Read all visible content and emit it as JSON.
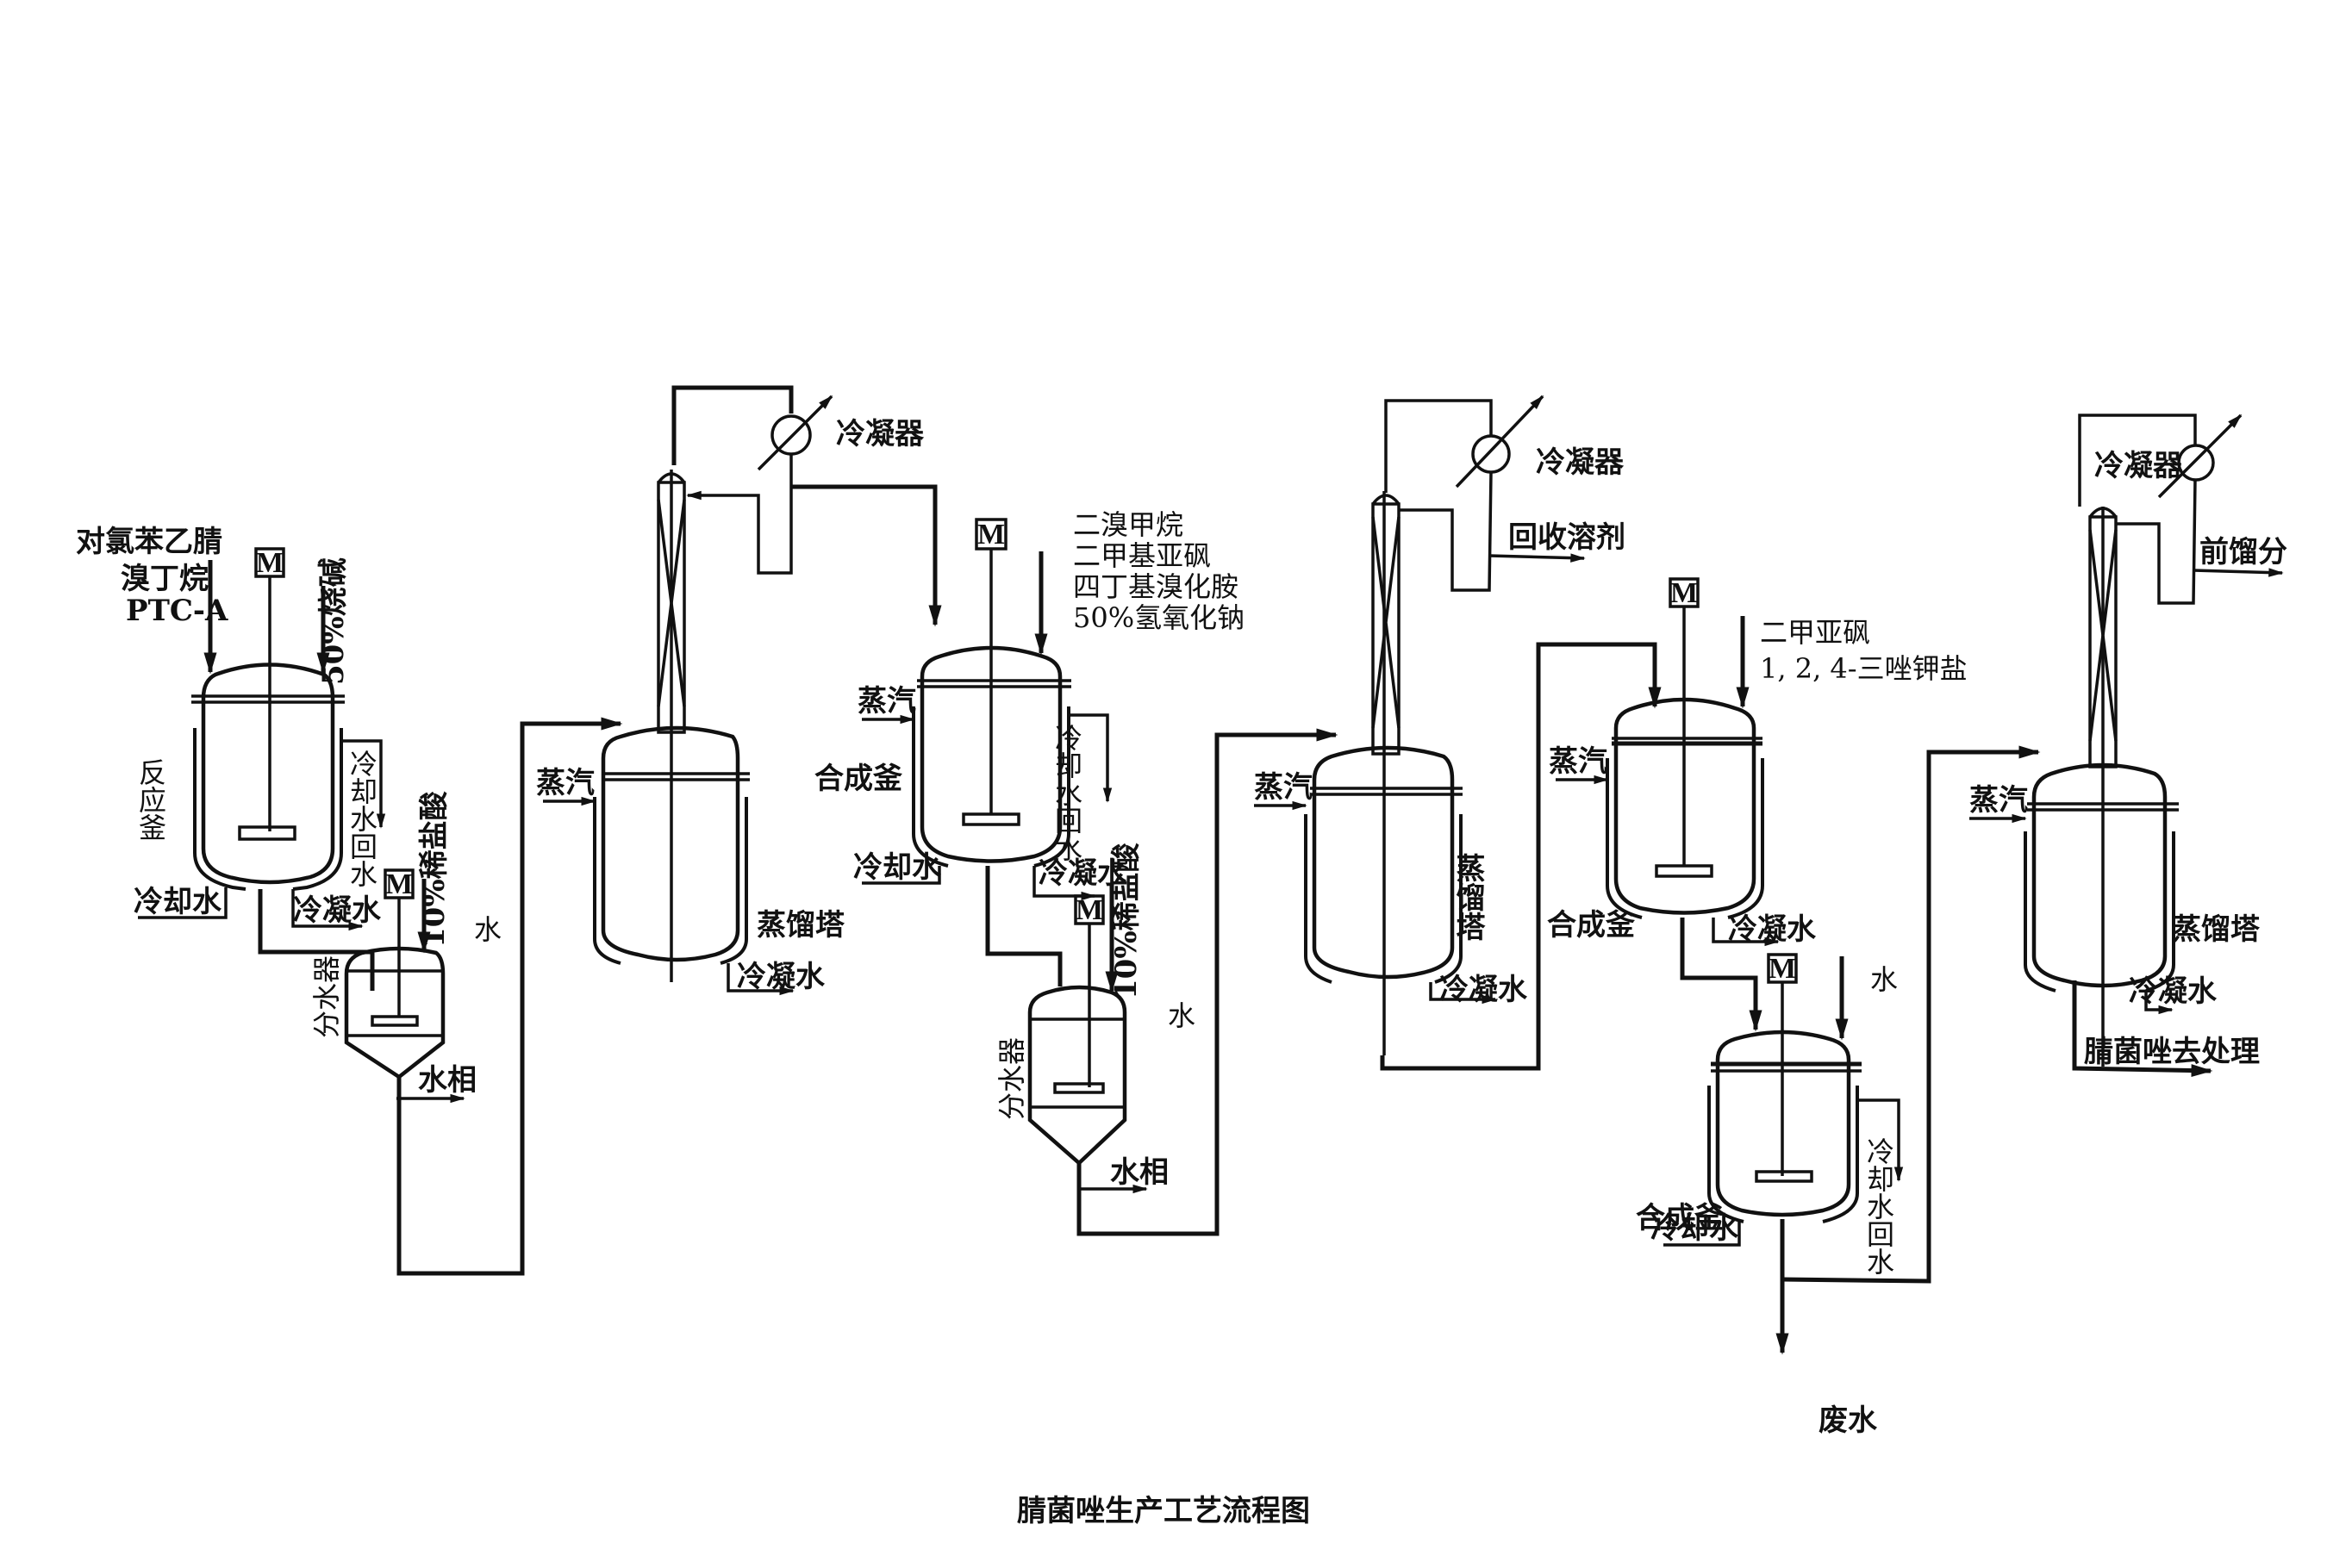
{
  "diagram": {
    "caption": "腈菌唑生产工艺流程图",
    "motor_symbol": "M",
    "reactor": {
      "name": "反应釜",
      "feeds": [
        "对氯苯乙腈",
        "溴丁烷",
        "PTC-A"
      ],
      "feed_right": "50%烧碱",
      "cooling_in": "冷却水",
      "cooling_out": "冷却水回水",
      "condensate": "冷凝水"
    },
    "separator1": {
      "name": "分水器",
      "feed": "10%稀盐酸",
      "feed2": "水",
      "outlet": "水相"
    },
    "column1": {
      "name": "蒸馏塔",
      "steam": "蒸汽",
      "condensate": "冷凝水",
      "condenser": "冷凝器"
    },
    "synth1": {
      "name": "合成釜",
      "feeds": [
        "二溴甲烷",
        "二甲基亚砜",
        "四丁基溴化胺",
        "50%氢氧化钠"
      ],
      "steam": "蒸汽",
      "cooling_in": "冷却水",
      "cooling_out": "冷却水回水",
      "condensate": "冷凝水"
    },
    "separator2": {
      "name": "分水器",
      "feed": "10%稀盐酸",
      "feed2": "水",
      "outlet": "水相"
    },
    "column2": {
      "name": "蒸馏塔",
      "steam": "蒸汽",
      "condensate": "冷凝水",
      "condenser": "冷凝器",
      "recovery": "回收溶剂"
    },
    "synth2": {
      "name": "合成釜",
      "feeds": [
        "二甲亚砜",
        "1, 2, 4-三唑钾盐"
      ],
      "steam": "蒸汽",
      "condensate": "冷凝水"
    },
    "synth3": {
      "name": "合成釜",
      "feed": "水",
      "cooling_in": "冷却水",
      "cooling_out": "冷却水回水",
      "waste": "废水"
    },
    "column3": {
      "name": "蒸馏塔",
      "steam": "蒸汽",
      "condensate": "冷凝水",
      "condenser": "冷凝器",
      "fore_fraction": "前馏分",
      "product": "腈菌唑去处理"
    }
  }
}
